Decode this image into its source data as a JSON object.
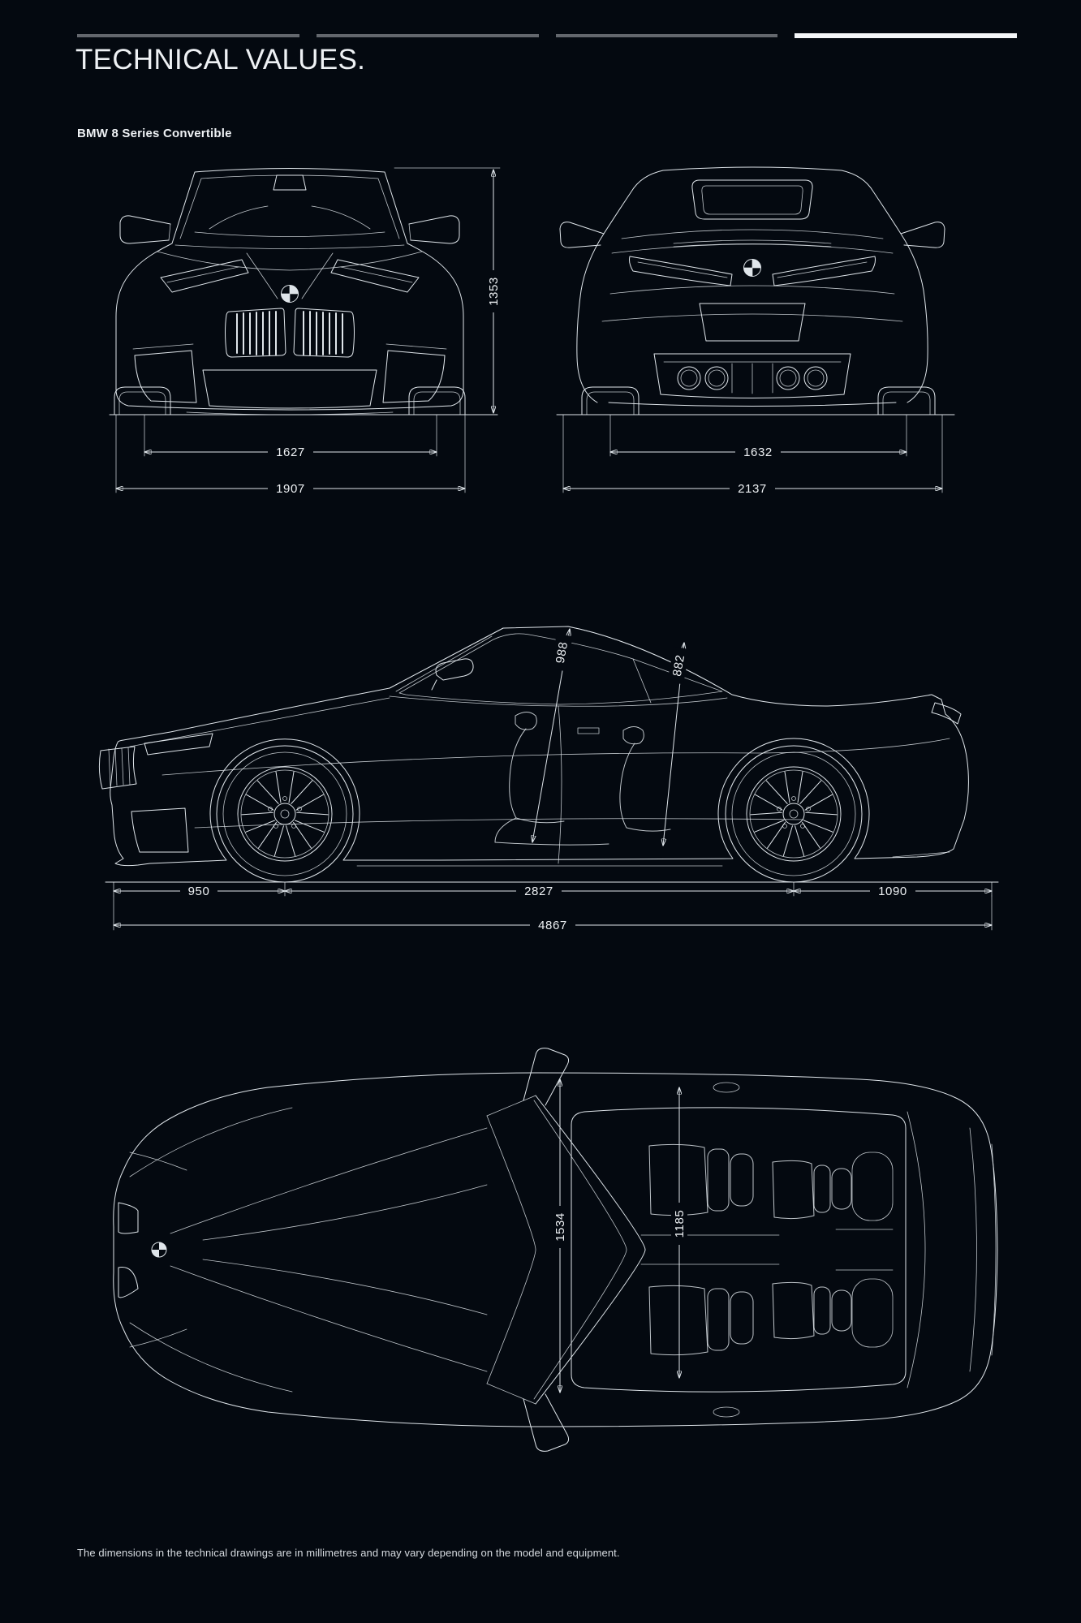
{
  "page": {
    "background": "#040910",
    "line_color": "#dfe5ea",
    "rule_gray": "#63676d",
    "rule_white": "#f4f6f8"
  },
  "header": {
    "title": "TECHNICAL VALUES.",
    "model": "BMW 8 Series Convertible",
    "rules": {
      "segment_count": 4,
      "active_index": 3
    }
  },
  "views": {
    "front": {
      "height": "1353",
      "track": "1627",
      "width": "1907"
    },
    "rear": {
      "track": "1632",
      "width_incl_mirrors": "2137"
    },
    "side": {
      "interior_height_front": "988",
      "interior_height_rear": "882",
      "front_overhang": "950",
      "wheelbase": "2827",
      "rear_overhang": "1090",
      "length": "4867"
    },
    "top": {
      "interior_width_front": "1534",
      "interior_width_rear": "1185"
    }
  },
  "footer": {
    "note": "The dimensions in the technical drawings are in millimetres and may vary depending on the model and equipment."
  }
}
